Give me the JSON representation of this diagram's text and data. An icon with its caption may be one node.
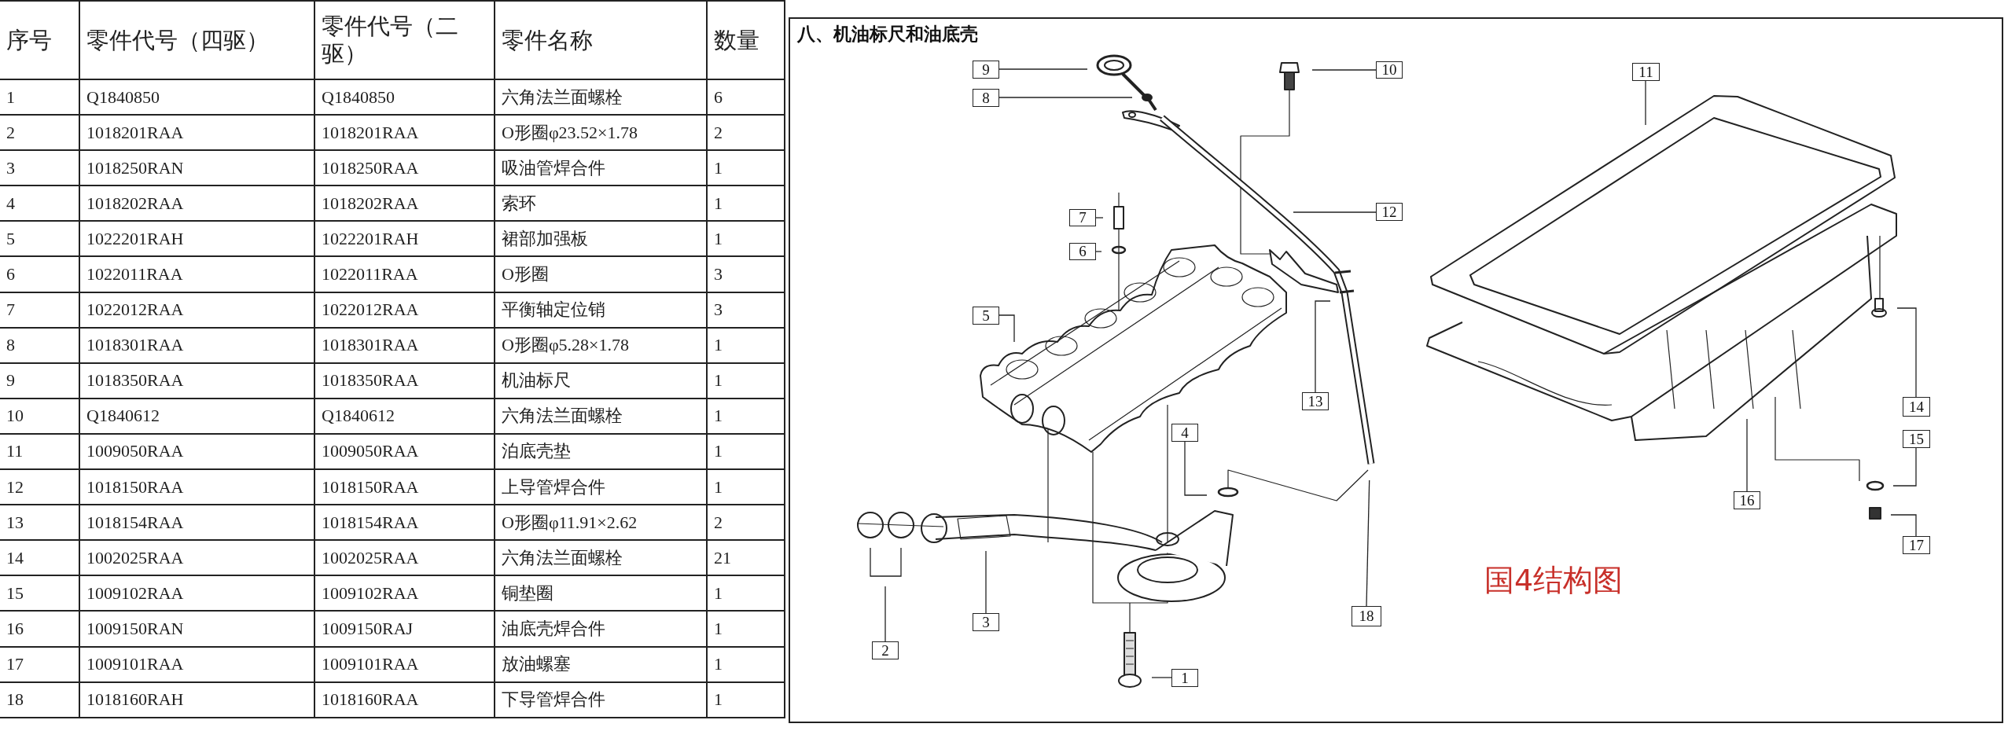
{
  "diagram": {
    "title": "八、机油标尺和油底壳",
    "nodes": [
      {
        "text": [
          "1"
        ]
      },
      {
        "text": [
          "2"
        ]
      },
      {
        "text": [
          "3"
        ]
      },
      {
        "text": [
          "4"
        ]
      },
      {
        "text": [
          "5"
        ]
      },
      {
        "text": [
          "6"
        ]
      },
      {
        "text": [
          "7"
        ]
      },
      {
        "text": [
          "8"
        ]
      },
      {
        "text": [
          "9"
        ]
      },
      {
        "text": [
          "10"
        ]
      },
      {
        "text": [
          "11"
        ]
      },
      {
        "text": [
          "12"
        ]
      },
      {
        "text": [
          "13"
        ]
      },
      {
        "text": [
          "14"
        ]
      },
      {
        "text": [
          "15"
        ]
      },
      {
        "text": [
          "16"
        ]
      },
      {
        "text": [
          "17"
        ]
      },
      {
        "text": [
          "18"
        ]
      }
    ],
    "edges": [
      {
        "from": 0,
        "to": null,
        "arrow": "none"
      },
      {
        "from": 1,
        "to": null,
        "arrow": "none"
      },
      {
        "from": 2,
        "to": null,
        "arrow": "none"
      },
      {
        "from": 3,
        "to": null,
        "arrow": "none"
      },
      {
        "from": 4,
        "to": null,
        "arrow": "none"
      },
      {
        "from": 5,
        "to": null,
        "arrow": "none"
      },
      {
        "from": 6,
        "to": null,
        "arrow": "none"
      },
      {
        "from": 7,
        "to": null,
        "arrow": "none"
      },
      {
        "from": 8,
        "to": null,
        "arrow": "none"
      },
      {
        "from": 9,
        "to": null,
        "arrow": "none"
      },
      {
        "from": 10,
        "to": null,
        "arrow": "none"
      },
      {
        "from": 11,
        "to": null,
        "arrow": "none"
      },
      {
        "from": 12,
        "to": null,
        "arrow": "none"
      },
      {
        "from": 13,
        "to": null,
        "arrow": "none"
      },
      {
        "from": 14,
        "to": null,
        "arrow": "none"
      },
      {
        "from": 15,
        "to": null,
        "arrow": "none"
      },
      {
        "from": 16,
        "to": null,
        "arrow": "none"
      },
      {
        "from": 17,
        "to": null,
        "arrow": "none"
      }
    ],
    "labels": [
      "序号",
      "零件代号（四驱）",
      "零件代号（二驱）",
      "零件名称",
      "数量",
      "1",
      "Q1840850",
      "Q1840850",
      "六角法兰面螺栓",
      "6",
      "2",
      "1018201RAA",
      "1018201RAA",
      "O形圈φ23.52×1.78",
      "2",
      "3",
      "1018250RAN",
      "1018250RAA",
      "吸油管焊合件",
      "1",
      "4",
      "1018202RAA",
      "1018202RAA",
      "索环",
      "1",
      "5",
      "1022201RAH",
      "1022201RAH",
      "裙部加强板",
      "1",
      "6",
      "1022011RAA",
      "1022011RAA",
      "O形圈",
      "3",
      "7",
      "1022012RAA",
      "1022012RAA",
      "平衡轴定位销",
      "3",
      "8",
      "1018301RAA",
      "1018301RAA",
      "O形圈φ5.28×1.78",
      "1",
      "9",
      "1018350RAA",
      "1018350RAA",
      "机油标尺",
      "1",
      "10",
      "Q1840612",
      "Q1840612",
      "六角法兰面螺栓",
      "1",
      "11",
      "1009050RAA",
      "1009050RAA",
      "泊底壳垫",
      "1",
      "12",
      "1018150RAA",
      "1018150RAA",
      "上导管焊合件",
      "1",
      "13",
      "1018154RAA",
      "1018154RAA",
      "O形圈φ11.91×2.62",
      "2",
      "14",
      "1002025RAA",
      "1002025RAA",
      "六角法兰面螺栓",
      "21",
      "15",
      "1009102RAA",
      "1009102RAA",
      "铜垫圈",
      "1",
      "16",
      "1009150RAN",
      "1009150RAJ",
      "油底壳焊合件",
      "1",
      "17",
      "1009101RAA",
      "1009101RAA",
      "放油螺塞",
      "1",
      "18",
      "1018160RAH",
      "1018160RAA",
      "下导管焊合件",
      "1",
      "国4结构图"
    ]
  }
}
